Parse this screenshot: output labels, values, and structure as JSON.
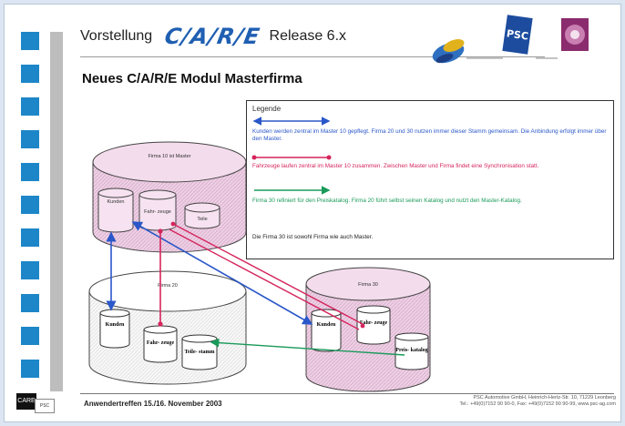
{
  "header": {
    "prefix": "Vorstellung",
    "logo": "C/A/R/E",
    "suffix": "Release 6.x"
  },
  "subtitle": "Neues C/A/R/E Modul Masterfirma",
  "logos": {
    "psc": "PSC"
  },
  "legend": {
    "title": "Legende",
    "items": [
      {
        "text": "Kunden werden zentral im Master 10 gepflegt. Firma 20 und 30 nutzen immer dieser Stamm gemeinsam. Die Anbindung erfolgt immer über den Master.",
        "color": "#2a57c9"
      },
      {
        "text": "Fahrzeuge laufen zentral im Master 10 zusammen. Zwischen Master und Firma findet eine Synchronisation statt.",
        "color": "#d5245c"
      },
      {
        "text": "Firma 30 refiniert für den Preiskatalog. Firma 20 führt selbst seinen Katalog und nutzt den Master-Katalog.",
        "color": "#1a9a5a"
      }
    ],
    "note": "Die Firma 30 ist sowohl Firma wie auch Master."
  },
  "diagram": {
    "master": {
      "label": "Firma 10 ist Master",
      "kunden": "Kunden",
      "fahrzeuge": "Fahr- zeuge",
      "teile": "Teile"
    },
    "firma20": {
      "label": "Firma 20",
      "kunden": "Kunden",
      "fahrzeuge": "Fahr- zeuge",
      "teile": "Teile- stamm"
    },
    "firma30": {
      "label": "Firma 30",
      "kunden": "Kunden",
      "fahrzeuge": "Fahr- zeuge",
      "preis": "Preis- katalog"
    },
    "colors": {
      "blue": "#2a57c9",
      "red": "#d5245c",
      "green": "#1a9a5a",
      "pink": "#e9c3dd"
    }
  },
  "footer": {
    "left": "Anwendertreffen 15./16. November 2003",
    "right_line1": "PSC Automotive GmbH, Heinrich-Hertz-Str. 10, 71229 Leonberg",
    "right_line2": "Tel.: +49(0)7152 90 90-0, Fax: +49(0)7152 90 90-99, www.psc-ag.com"
  },
  "corner": {
    "dark": "CARE",
    "light": "PSC"
  }
}
